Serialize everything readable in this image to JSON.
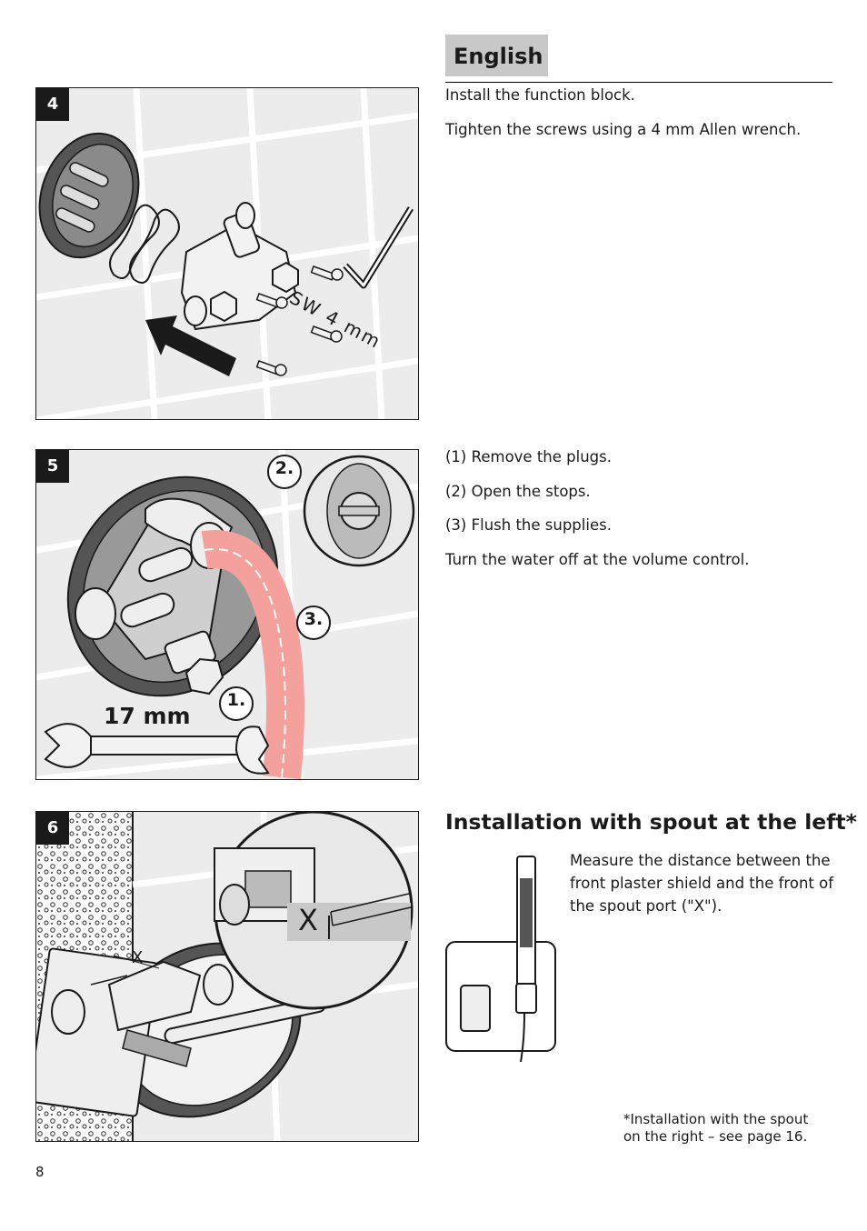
{
  "header": {
    "language_tab": "English"
  },
  "steps": [
    {
      "number": "4",
      "figure_labels": [
        "SW 4 mm"
      ],
      "instructions": [
        "Install the function block.",
        "Tighten the screws using a 4 mm Allen wrench."
      ]
    },
    {
      "number": "5",
      "figure_labels": [
        "1.",
        "2.",
        "3.",
        "17 mm"
      ],
      "instructions": [
        "(1) Remove the plugs.",
        "(2) Open the stops.",
        "(3) Flush the supplies.",
        "Turn the water off at the volume control."
      ]
    },
    {
      "number": "6",
      "figure_labels": [
        "X",
        "X"
      ],
      "heading": "Installation with spout at the left*",
      "instructions": [
        "Measure the distance between the front plaster shield and the front of the spout port (\"X\")."
      ],
      "footnote": "*Installation with the spout on the right – see page 16."
    }
  ],
  "page_number": "8",
  "colors": {
    "tab_gray": "#c8c8c8",
    "panel_bg": "#ececec",
    "hose_red": "#f4a09c"
  }
}
